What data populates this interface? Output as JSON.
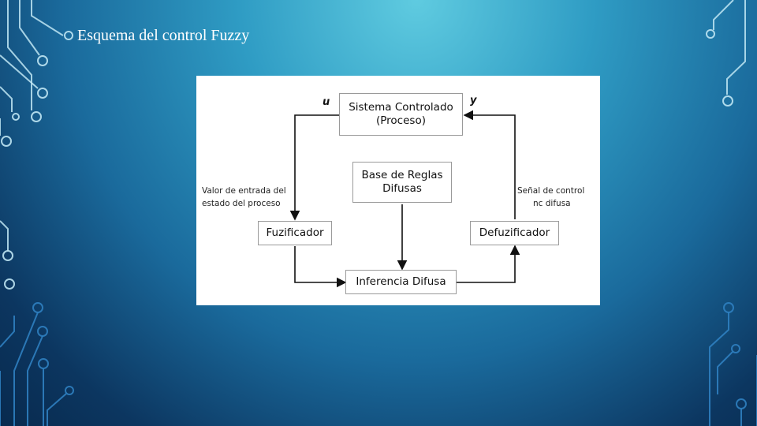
{
  "slide": {
    "title": "Esquema del control Fuzzy"
  },
  "diagram": {
    "boxes": {
      "sistema": {
        "line1": "Sistema Controlado",
        "line2": "(Proceso)"
      },
      "base": {
        "line1": "Base de Reglas",
        "line2": "Difusas"
      },
      "fuzificador": {
        "label": "Fuzificador"
      },
      "defuzificador": {
        "label": "Defuzificador"
      },
      "inferencia": {
        "label": "Inferencia Difusa"
      }
    },
    "symbols": {
      "u": "u",
      "y": "y"
    },
    "labels": {
      "left_line1": "Valor de entrada del",
      "left_line2": "estado del proceso",
      "right_line1": "Señal de control",
      "right_line2": "nc difusa"
    }
  },
  "colors": {
    "background_top": "#5fcbe0",
    "background_bottom": "#082a4e",
    "circuit_light": "#bfe6f3",
    "circuit_dark": "#2f7fc0"
  }
}
